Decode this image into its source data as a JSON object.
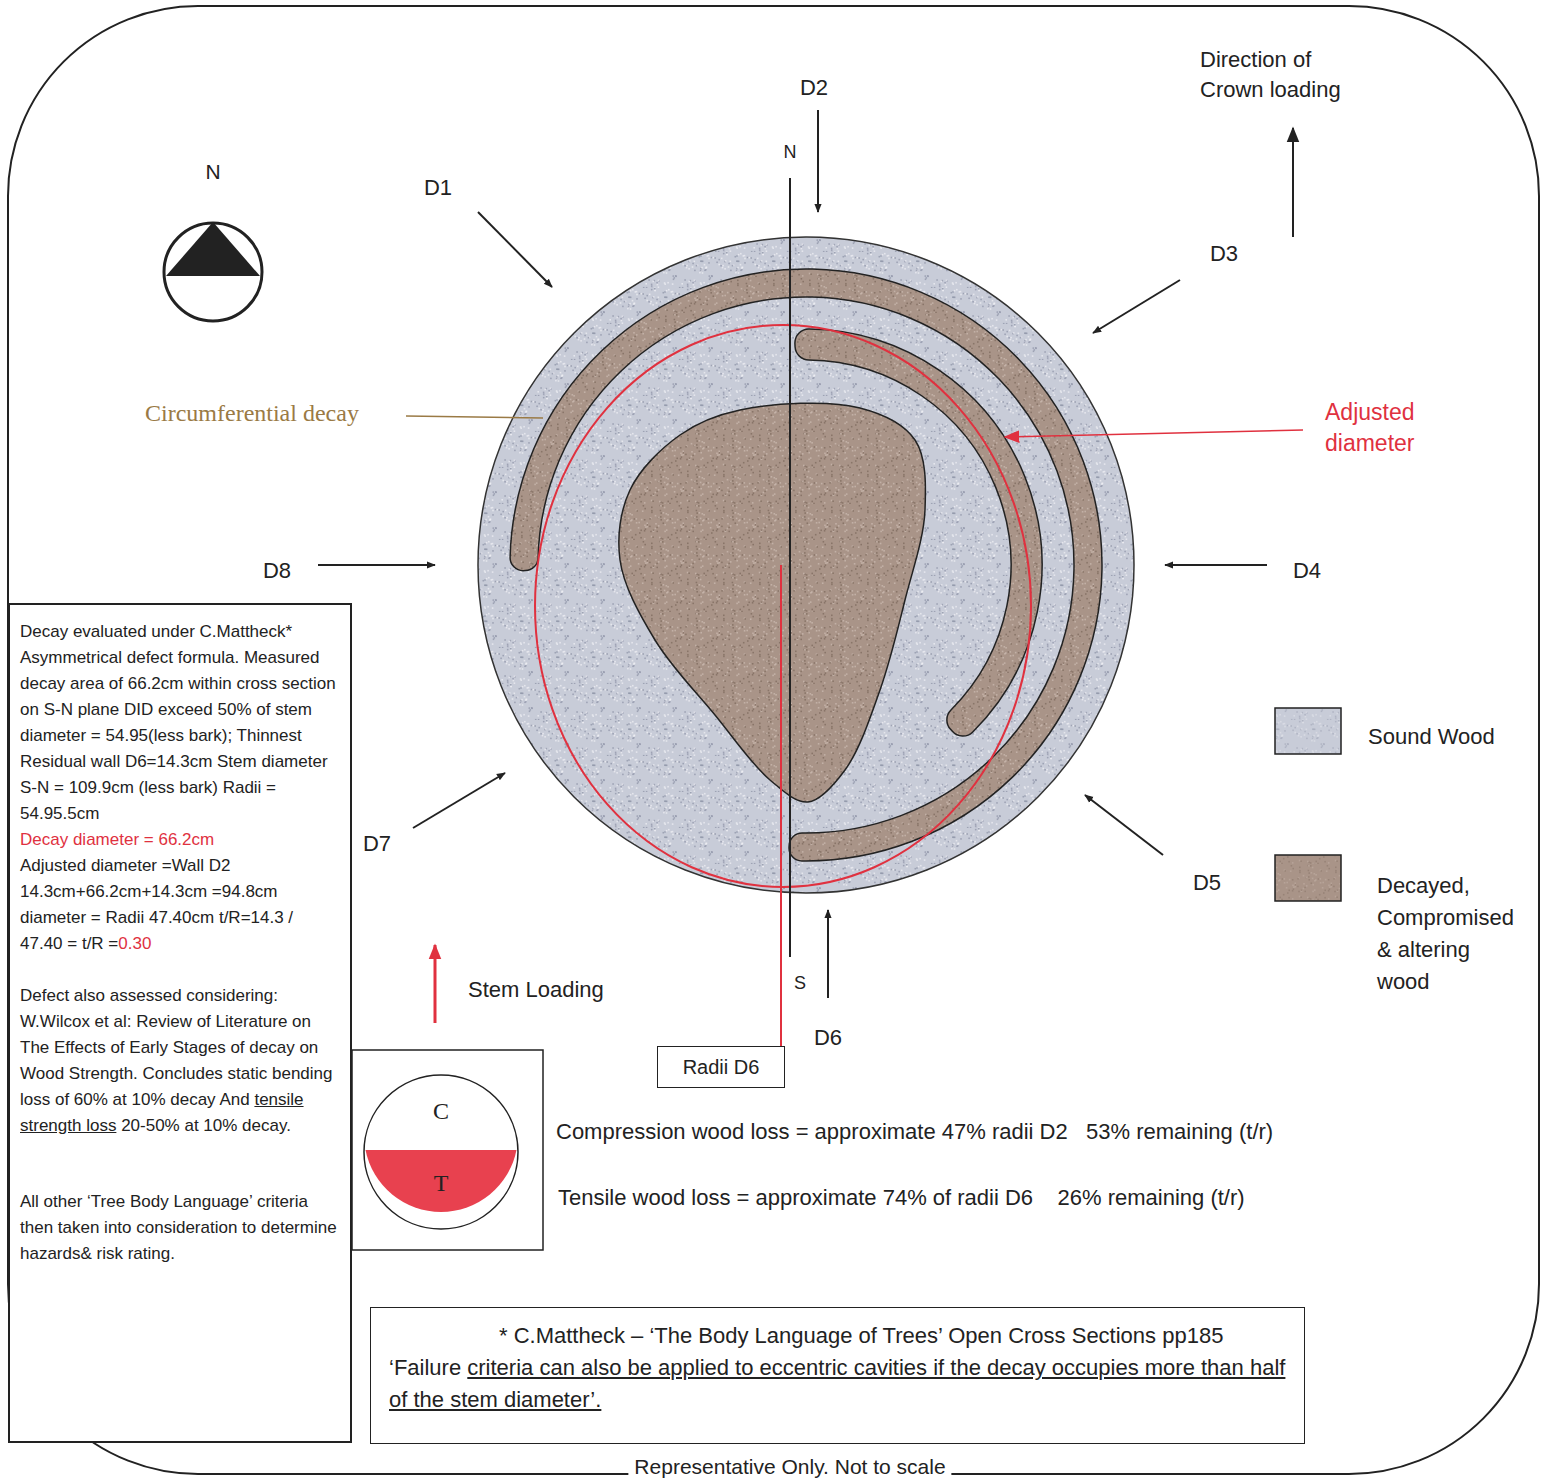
{
  "diagram": {
    "caption": "Representative Only. Not to scale",
    "nodes": [
      {
        "text": [
          "Decay evaluated under C.Mattheck* Asymmetrical defect formula. Measured decay area of 66.2cm within cross section on S-N plane DID exceed 50% of stem diameter = 54.95(less bark); Thinnest Residual wall D6=14.3cm Stem diameter S-N = 109.9cm (less bark) Radii = 54.95.5cm",
          "Decay diameter = 66.2cm",
          "Adjusted diameter =Wall D2 14.3cm+66.2cm+14.3cm =94.8cm diameter = Radii 47.40cm t/R=14.3 / 47.40 = t/R =",
          "0.30",
          "Defect also assessed considering: W.Wilcox et al: Review of Literature on The Effects of Early Stages of decay on Wood Strength. Concludes static bending loss of 60% at 10% decay And",
          "tensile strength loss",
          "20-50% at 10% decay.",
          "All other ‘Tree Body Language’ criteria then taken into consideration to determine hazards& risk rating."
        ]
      },
      {
        "text": [
          "C",
          "T"
        ]
      },
      {
        "text": [
          "Radii D6"
        ]
      },
      {
        "text": [
          "* C.Mattheck – ‘The Body Language of Trees’ Open Cross Sections pp185",
          "‘Failure",
          "criteria can also be applied to eccentric cavities if the decay occupies more than half of the stem diameter’."
        ]
      }
    ],
    "labels": [
      "N",
      "D1",
      "D2",
      "N",
      "Direction of Crown loading",
      "D3",
      "Circumferential decay",
      "Adjusted diameter",
      "D8",
      "D4",
      "D7",
      "D5",
      "Stem Loading",
      "S",
      "D6",
      "Compression wood loss = approximate 47% radii D2   53% remaining (t/r)",
      "Tensile wood loss = approximate 74% of radii D6    26% remaining (t/r)"
    ],
    "legend": [
      {
        "text": "Sound Wood",
        "color": "#c8ccd8"
      },
      {
        "text": "Decayed, Compromised & altering wood",
        "color": "#a99488"
      }
    ]
  }
}
